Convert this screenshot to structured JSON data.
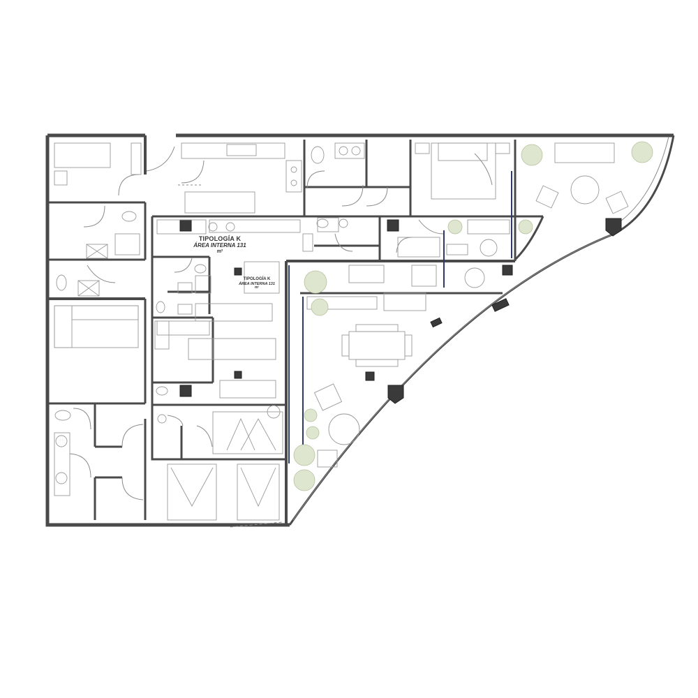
{
  "plan": {
    "unit_label_main": {
      "title": "TIPOLOGÍA K",
      "area": "ÁREA INTERNA 131",
      "unit": "m²"
    },
    "unit_label_small": {
      "title": "TIPOLOGÍA K",
      "area": "ÁREA INTERNA 131",
      "unit": "m²"
    }
  },
  "colors": {
    "wall": "#4a4a4a",
    "column": "#3a3a3a",
    "glazing": "#2c3a66",
    "planting": "#dfe6cf",
    "furniture": "#9a9a9a"
  }
}
